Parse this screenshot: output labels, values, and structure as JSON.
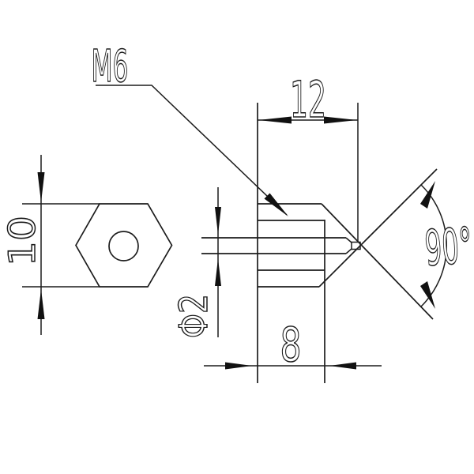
{
  "drawing": {
    "background_color": "#ffffff",
    "line_color": "#1c1c1c",
    "labels": {
      "thread_callout": "M6",
      "overall_length": "12",
      "hex_across_flats": "10",
      "nozzle_bore": "Φ2",
      "body_length": "8",
      "tip_angle": "90°"
    }
  }
}
